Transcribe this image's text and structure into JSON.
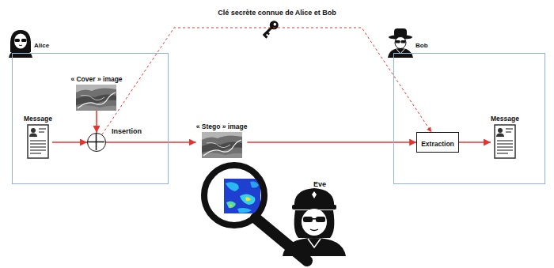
{
  "diagram": {
    "nodes": [
      {
        "text": [
          "Alice"
        ]
      },
      {
        "text": [
          "« Cover » image"
        ],
        "in": 0
      },
      {
        "text": [
          "Message"
        ],
        "in": 0
      },
      {
        "text": [
          "Insertion"
        ],
        "in": 0
      },
      {
        "text": [
          "« Stego » image"
        ]
      },
      {
        "text": [
          "Bob"
        ]
      },
      {
        "text": [
          "Extraction"
        ],
        "in": 5
      },
      {
        "text": [
          "Message"
        ],
        "in": 5
      }
    ],
    "edges": [
      {
        "from": 1,
        "to": 3,
        "arrow": "to"
      },
      {
        "from": 2,
        "to": 3,
        "arrow": "to"
      },
      {
        "from": 3,
        "to": 4,
        "arrow": "to"
      },
      {
        "from": 4,
        "to": 6,
        "arrow": "to"
      },
      {
        "from": 6,
        "to": 7,
        "arrow": "to"
      },
      {
        "from": 3,
        "to": 6,
        "arrow": "to"
      }
    ],
    "labels": [
      "Clé secrète connue de Alice et Bob",
      "Eve"
    ]
  }
}
